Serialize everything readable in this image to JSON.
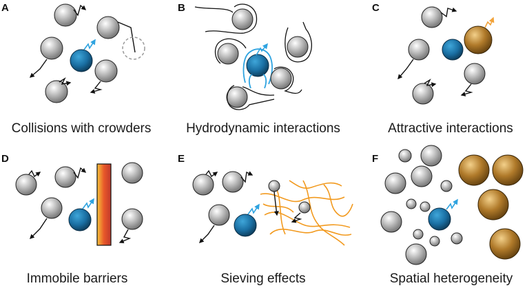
{
  "panels": [
    {
      "letter": "A",
      "caption": "Collisions with crowders"
    },
    {
      "letter": "B",
      "caption": "Hydrodynamic interactions"
    },
    {
      "letter": "C",
      "caption": "Attractive interactions"
    },
    {
      "letter": "D",
      "caption": "Immobile barriers"
    },
    {
      "letter": "E",
      "caption": "Sieving effects"
    },
    {
      "letter": "F",
      "caption": "Spatial heterogeneity"
    }
  ],
  "colors": {
    "tracer": "#1a6fa3",
    "crowder": "#a8a8a8",
    "attractor": "#b07a2a",
    "barrier": "#e8572a",
    "fiber": "#f29a1f",
    "highlight": "#2ea3e0"
  }
}
